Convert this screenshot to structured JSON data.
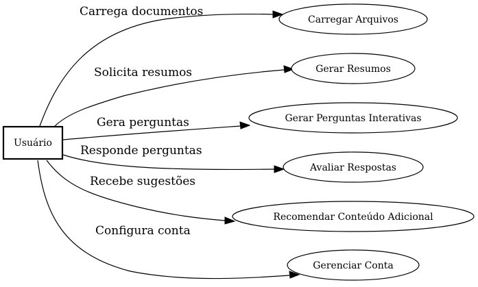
{
  "actor": {
    "label": "Usuário"
  },
  "use_cases": [
    {
      "id": "upload",
      "label": "Carregar Arquivos"
    },
    {
      "id": "summaries",
      "label": "Gerar Resumos"
    },
    {
      "id": "questions",
      "label": "Gerar Perguntas Interativas"
    },
    {
      "id": "evaluate",
      "label": "Avaliar Respostas"
    },
    {
      "id": "recommend",
      "label": "Recomendar Conteúdo Adicional"
    },
    {
      "id": "account",
      "label": "Gerenciar Conta"
    }
  ],
  "edges": [
    {
      "label": "Carrega documentos"
    },
    {
      "label": "Solicita resumos"
    },
    {
      "label": "Gera perguntas"
    },
    {
      "label": "Responde perguntas"
    },
    {
      "label": "Recebe sugestões"
    },
    {
      "label": "Configura conta"
    }
  ],
  "colors": {
    "stroke": "#000000",
    "background": "#ffffff"
  }
}
